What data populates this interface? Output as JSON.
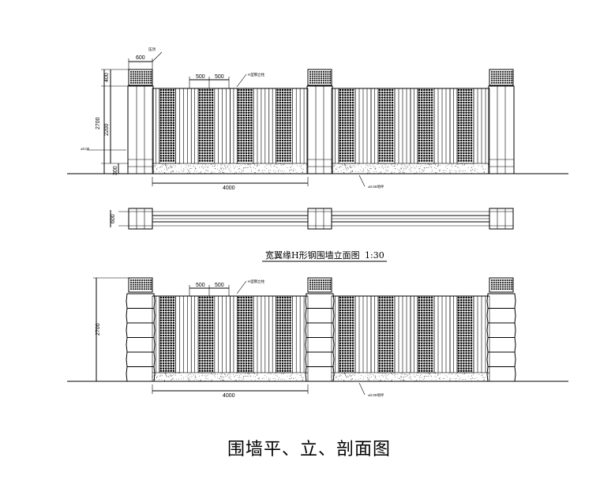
{
  "drawing": {
    "main_title": "围墙平、立、剖面图",
    "caption": "宽翼缘H形钢围墙立面图",
    "caption_scale": "1:30",
    "dims": {
      "pier_width": "600",
      "panel_500_a": "500",
      "panel_500_b": "500",
      "height_total": "2700",
      "height_cap": "400",
      "height_panel": "2200",
      "height_base": "300",
      "span": "4000",
      "plan_depth": "600",
      "lower_height": "2700",
      "lower_span": "4000",
      "lower_500_a": "500",
      "lower_500_b": "500"
    },
    "notes": {
      "top_note": "H型钢立柱",
      "upper_side_note": "±0.00",
      "ground_note_upper": "±0.00地坪",
      "pier_note": "压顶",
      "ground_note_lower": "±0.00地坪",
      "lower_top_note": "H型钢立柱"
    }
  }
}
